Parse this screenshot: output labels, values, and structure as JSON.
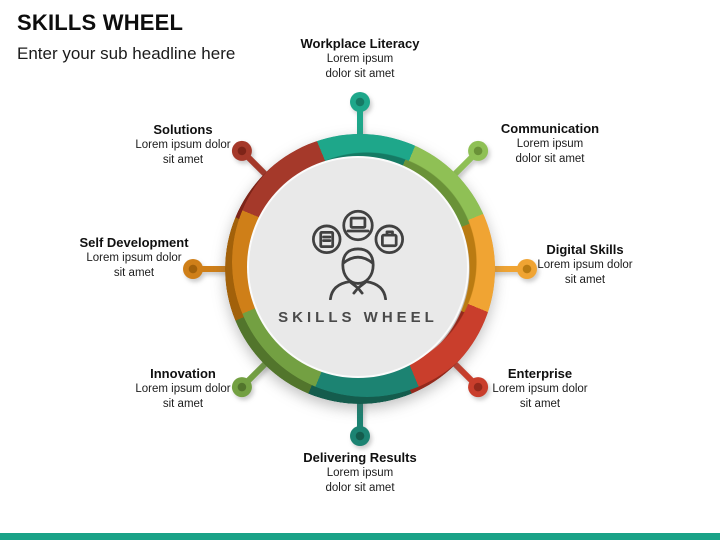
{
  "slide": {
    "title": "SKILLS WHEEL",
    "subtitle": "Enter your sub headline here",
    "accent_bar_color": "#1AA287"
  },
  "wheel": {
    "center_label": "SKILLS WHEEL",
    "center_icon": "person-with-skill-bubbles-icon",
    "hub_color": "#E9E9E9",
    "items": [
      {
        "id": "workplace-literacy",
        "title": "Workplace Literacy",
        "desc_lines": [
          "Lorem ipsum",
          "dolor sit amet"
        ],
        "color": "#1EA78A",
        "shadow_color": "#157A64",
        "position": "top"
      },
      {
        "id": "communication",
        "title": "Communication",
        "desc_lines": [
          "Lorem ipsum",
          "dolor sit amet"
        ],
        "color": "#8FC055",
        "shadow_color": "#6A9238",
        "position": "top-right"
      },
      {
        "id": "digital-skills",
        "title": "Digital Skills",
        "desc_lines": [
          "Lorem ipsum dolor",
          "sit amet"
        ],
        "color": "#F0A433",
        "shadow_color": "#BA7B12",
        "position": "right"
      },
      {
        "id": "enterprise",
        "title": "Enterprise",
        "desc_lines": [
          "Lorem ipsum dolor",
          "sit amet"
        ],
        "color": "#C93E2C",
        "shadow_color": "#94291C",
        "position": "bottom-right"
      },
      {
        "id": "delivering-results",
        "title": "Delivering Results",
        "desc_lines": [
          "Lorem ipsum",
          "dolor sit amet"
        ],
        "color": "#1C8372",
        "shadow_color": "#145C4D",
        "position": "bottom"
      },
      {
        "id": "innovation",
        "title": "Innovation",
        "desc_lines": [
          "Lorem ipsum dolor",
          "sit amet"
        ],
        "color": "#73A042",
        "shadow_color": "#52752C",
        "position": "bottom-left"
      },
      {
        "id": "self-development",
        "title": "Self Development",
        "desc_lines": [
          "Lorem ipsum dolor",
          "sit amet"
        ],
        "color": "#CF7F18",
        "shadow_color": "#A2610A",
        "position": "left"
      },
      {
        "id": "solutions",
        "title": "Solutions",
        "desc_lines": [
          "Lorem ipsum dolor",
          "sit amet"
        ],
        "color": "#A5392A",
        "shadow_color": "#7D2418",
        "position": "top-left"
      }
    ]
  }
}
